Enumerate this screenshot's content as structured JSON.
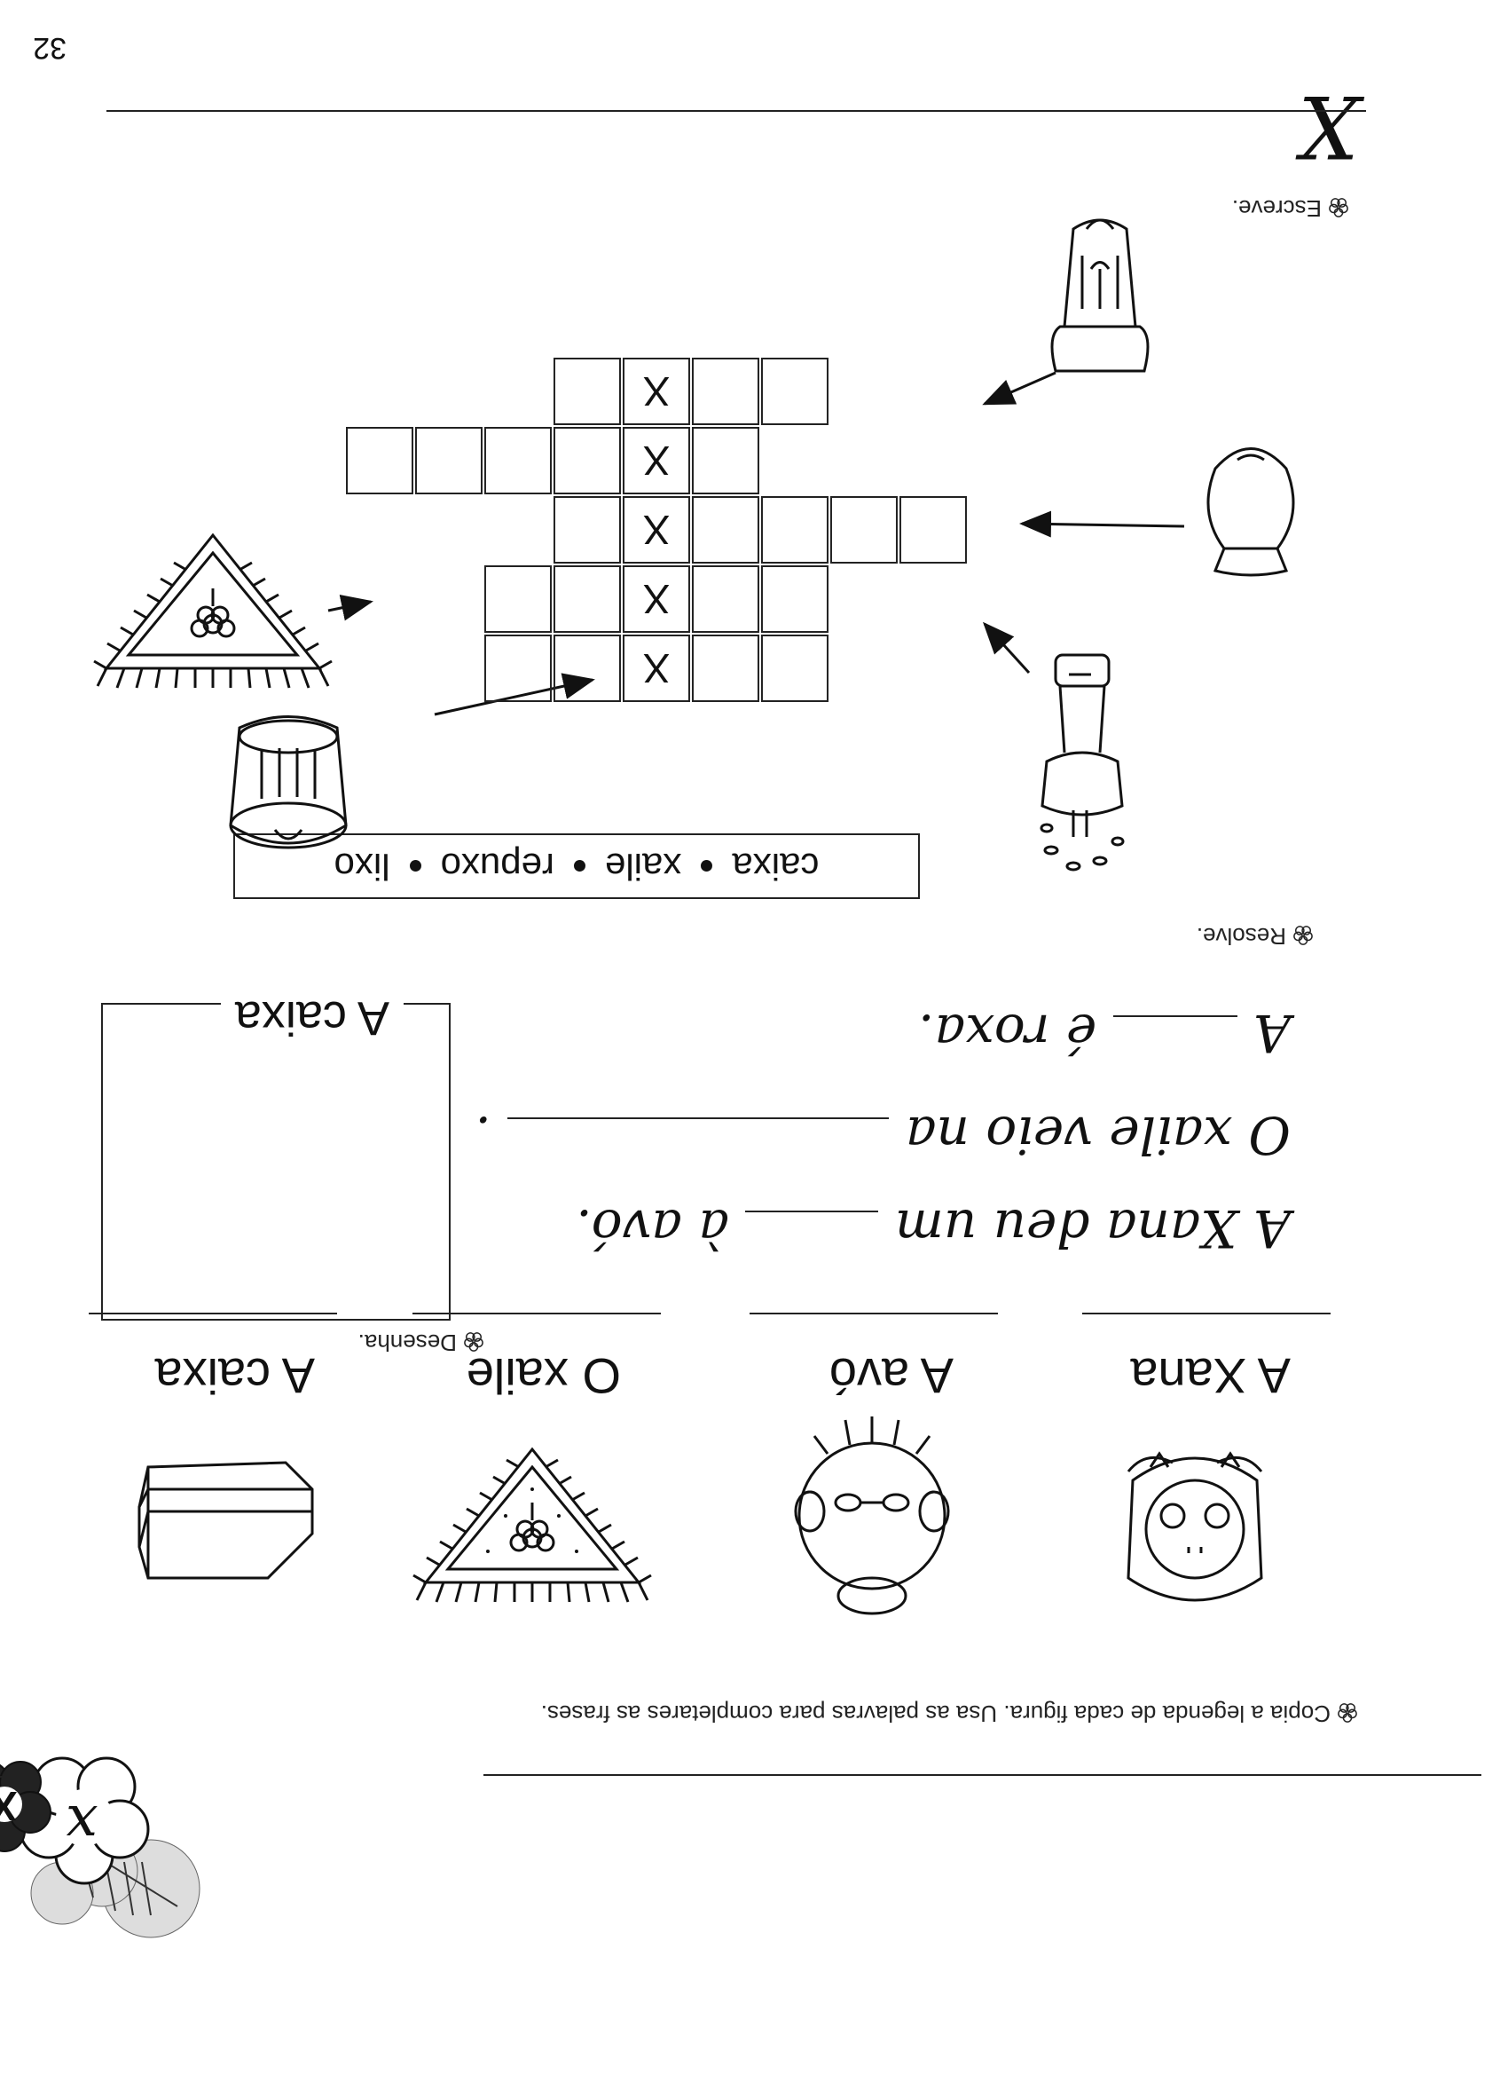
{
  "page_number": "32",
  "section_letters": {
    "cursive": "x",
    "print": "X"
  },
  "instructions": {
    "copy": "Copia a legenda de cada figura. Usa as palavras para completares as frases.",
    "draw": "Desenha.",
    "solve": "Resolve.",
    "write": "Escreve."
  },
  "figures": [
    {
      "caption": "A Xana",
      "icon": "girl-face-icon"
    },
    {
      "caption": "A avó",
      "icon": "grandmother-icon"
    },
    {
      "caption": "O xaile",
      "icon": "shawl-icon"
    },
    {
      "caption": "A caixa",
      "icon": "box-icon"
    }
  ],
  "sentences": {
    "s1_start": "A Xana deu um",
    "s1_end": "à avó.",
    "s2_start": "O xaile veio na",
    "s2_end": ".",
    "s3_start": "A",
    "s3_end": "é roxa."
  },
  "draw_box_label": "A caixa",
  "word_bank": [
    "caixa",
    "xaile",
    "repuxo",
    "lixo"
  ],
  "crossword": {
    "mark": "X"
  },
  "write_letter": "X"
}
